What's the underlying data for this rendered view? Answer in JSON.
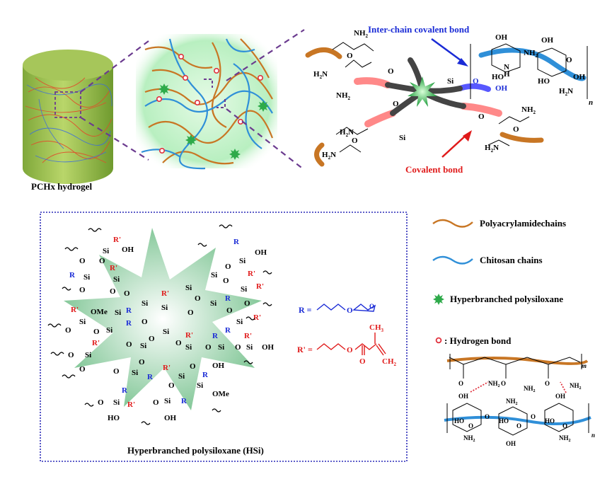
{
  "labels": {
    "hydrogel": "PCHx hydrogel",
    "inter_chain": "Inter-chain covalent bond",
    "covalent": "Covalent bond",
    "hsi_title": "Hyperbranched polysiloxane (HSi)",
    "r_def": "R =",
    "rp_def": "R' ="
  },
  "legend": {
    "polyacrylamide": "Polyacrylamidechains",
    "chitosan": "Chitosan chains",
    "hyperbranched": "Hyperbranched polysiloxane",
    "hbond": ": Hydrogen bond"
  },
  "chem": {
    "si": "Si",
    "o": "O",
    "oh": "OH",
    "ome": "OMe",
    "ho": "HO",
    "r": "R",
    "rp": "R'",
    "nh2": "NH",
    "h2n": "H",
    "n": "N",
    "h": "H",
    "ch3": "CH",
    "sub2": "2",
    "sub3": "3",
    "ch2": "CH",
    "m": "m",
    "nidx": "n"
  },
  "colors": {
    "polyacrylamide": "#c87624",
    "chitosan": "#2f8fd8",
    "siloxane_green": "#3fae5a",
    "hbond": "#e0303c",
    "blue_r": "#1a2bd6",
    "red_r": "#e01a1a",
    "dashed_box": "#2a2ab8",
    "zoom_dash": "#6b3b8f"
  }
}
